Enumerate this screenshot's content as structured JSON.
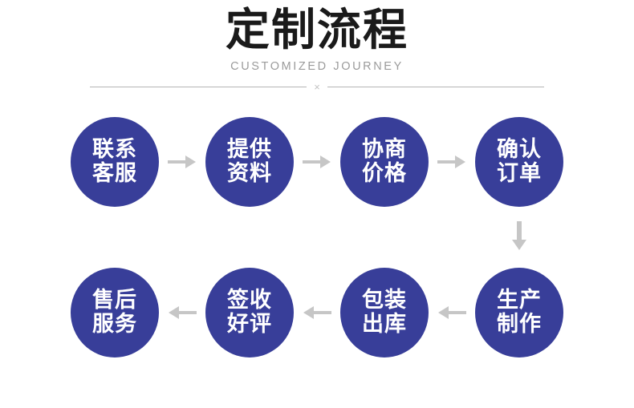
{
  "header": {
    "title": "定制流程",
    "subtitle": "CUSTOMIZED JOURNEY",
    "divider_mark": "×"
  },
  "colors": {
    "node_fill": "#383E99",
    "node_text": "#FFFFFF",
    "arrow": "#C6C6C6",
    "title_text": "#1A1A1A",
    "subtitle_text": "#9B9B9B",
    "divider_line": "#B4B4B4",
    "background": "#FFFFFF"
  },
  "flow": {
    "rows": [
      {
        "direction": "right",
        "nodes": [
          {
            "line1": "联系",
            "line2": "客服"
          },
          {
            "line1": "提供",
            "line2": "资料"
          },
          {
            "line1": "协商",
            "line2": "价格"
          },
          {
            "line1": "确认",
            "line2": "订单"
          }
        ]
      },
      {
        "direction": "left",
        "nodes": [
          {
            "line1": "售后",
            "line2": "服务"
          },
          {
            "line1": "签收",
            "line2": "好评"
          },
          {
            "line1": "包装",
            "line2": "出库"
          },
          {
            "line1": "生产",
            "line2": "制作"
          }
        ]
      }
    ],
    "connector_down": "arrow-down-icon"
  }
}
